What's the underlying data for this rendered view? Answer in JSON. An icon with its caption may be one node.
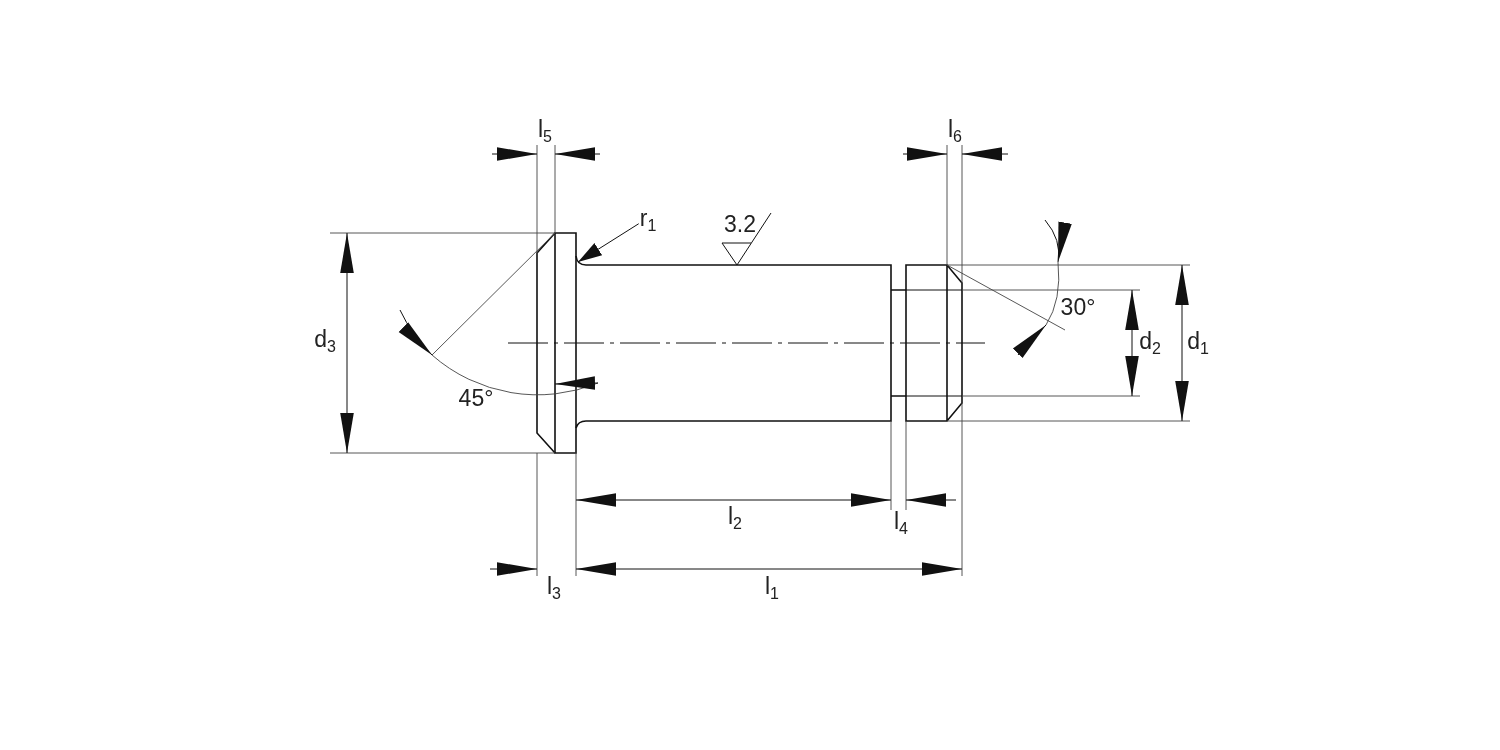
{
  "diagram": {
    "nodes": [
      {
        "text": [
          "r$_{1}$"
        ]
      },
      {
        "text": [],
        "shape": "picture"
      }
    ],
    "edges": [
      {
        "from": 0,
        "to": 1,
        "arrow": "to"
      }
    ],
    "labels": [
      "l$_{5}$",
      "l$_{6}$",
      "3.2",
      "30°",
      "d$_{3}$",
      "d$_{2}$",
      "d$_{1}$",
      "45°",
      "l$_{2}$",
      "l$_{4}$",
      "l$_{3}$",
      "l$_{1}$"
    ]
  }
}
